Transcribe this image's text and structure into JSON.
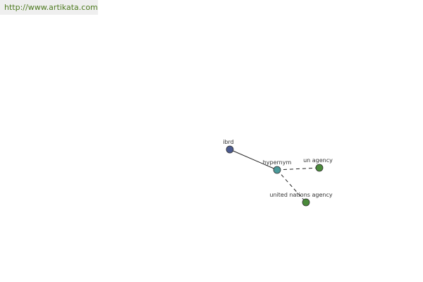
{
  "watermark": {
    "url": "http://www.artikata.com"
  },
  "graph": {
    "nodes": [
      {
        "id": "ibrd",
        "label": "ibrd",
        "color": "#4b5a8f"
      },
      {
        "id": "hypernym",
        "label": "hypernym",
        "color": "#4a9a9a"
      },
      {
        "id": "un-agency",
        "label": "un agency",
        "color": "#4a8a3a"
      },
      {
        "id": "united-nations-agency",
        "label": "united nations agency",
        "color": "#4a8a3a"
      }
    ],
    "edges": [
      {
        "from": "ibrd",
        "to": "hypernym",
        "style": "solid"
      },
      {
        "from": "hypernym",
        "to": "un-agency",
        "style": "dashed"
      },
      {
        "from": "hypernym",
        "to": "united-nations-agency",
        "style": "dashed"
      }
    ]
  }
}
